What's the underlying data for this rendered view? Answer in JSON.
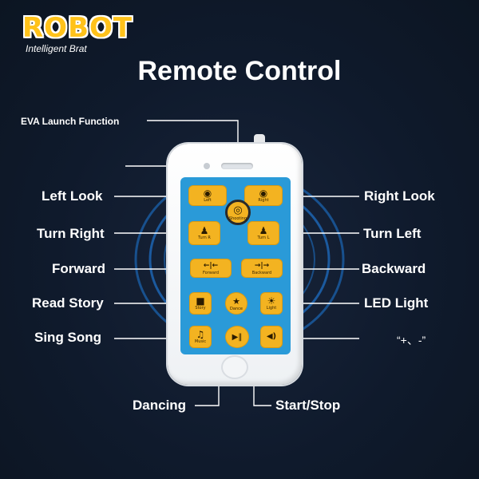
{
  "brand": {
    "name": "ROBOT",
    "tagline": "Intelligent Brat"
  },
  "title": "Remote Control",
  "labels": {
    "eva_launch": "EVA Launch Function",
    "left_look": "Left Look",
    "right_look": "Right Look",
    "turn_right": "Turn Right",
    "turn_left": "Turn Left",
    "forward": "Forward",
    "backward": "Backward",
    "read_story": "Read Story",
    "led_light": "LED Light",
    "sing_song": "Sing Song",
    "plus_minus": "“+、-”",
    "dancing": "Dancing",
    "start_stop": "Start/Stop"
  },
  "remote_buttons": {
    "left_look": {
      "glyph": "◉",
      "cap": "Left"
    },
    "right_look": {
      "glyph": "◉",
      "cap": "Right"
    },
    "shooting": {
      "glyph": "◎",
      "cap": "Shooting"
    },
    "turn_right": {
      "glyph": "♟",
      "cap": "Turn R"
    },
    "turn_left": {
      "glyph": "♟",
      "cap": "Turn L"
    },
    "forward": {
      "glyph": "←|←",
      "cap": "Forward"
    },
    "backward": {
      "glyph": "→|→",
      "cap": "Backward"
    },
    "story": {
      "glyph": "■",
      "cap": "Story"
    },
    "dance": {
      "glyph": "★",
      "cap": "Dance"
    },
    "light": {
      "glyph": "☀",
      "cap": "Light"
    },
    "music": {
      "glyph": "♫",
      "cap": "Music"
    },
    "play": {
      "glyph": "▶‖",
      "cap": ""
    },
    "volume": {
      "glyph": "◀)",
      "cap": ""
    }
  },
  "colors": {
    "background": "#0f1a2c",
    "accent_yellow": "#f3b321",
    "panel_blue": "#2a9ad8",
    "signal_blue": "#1e7ad8",
    "brand_yellow": "#ffc21a"
  }
}
